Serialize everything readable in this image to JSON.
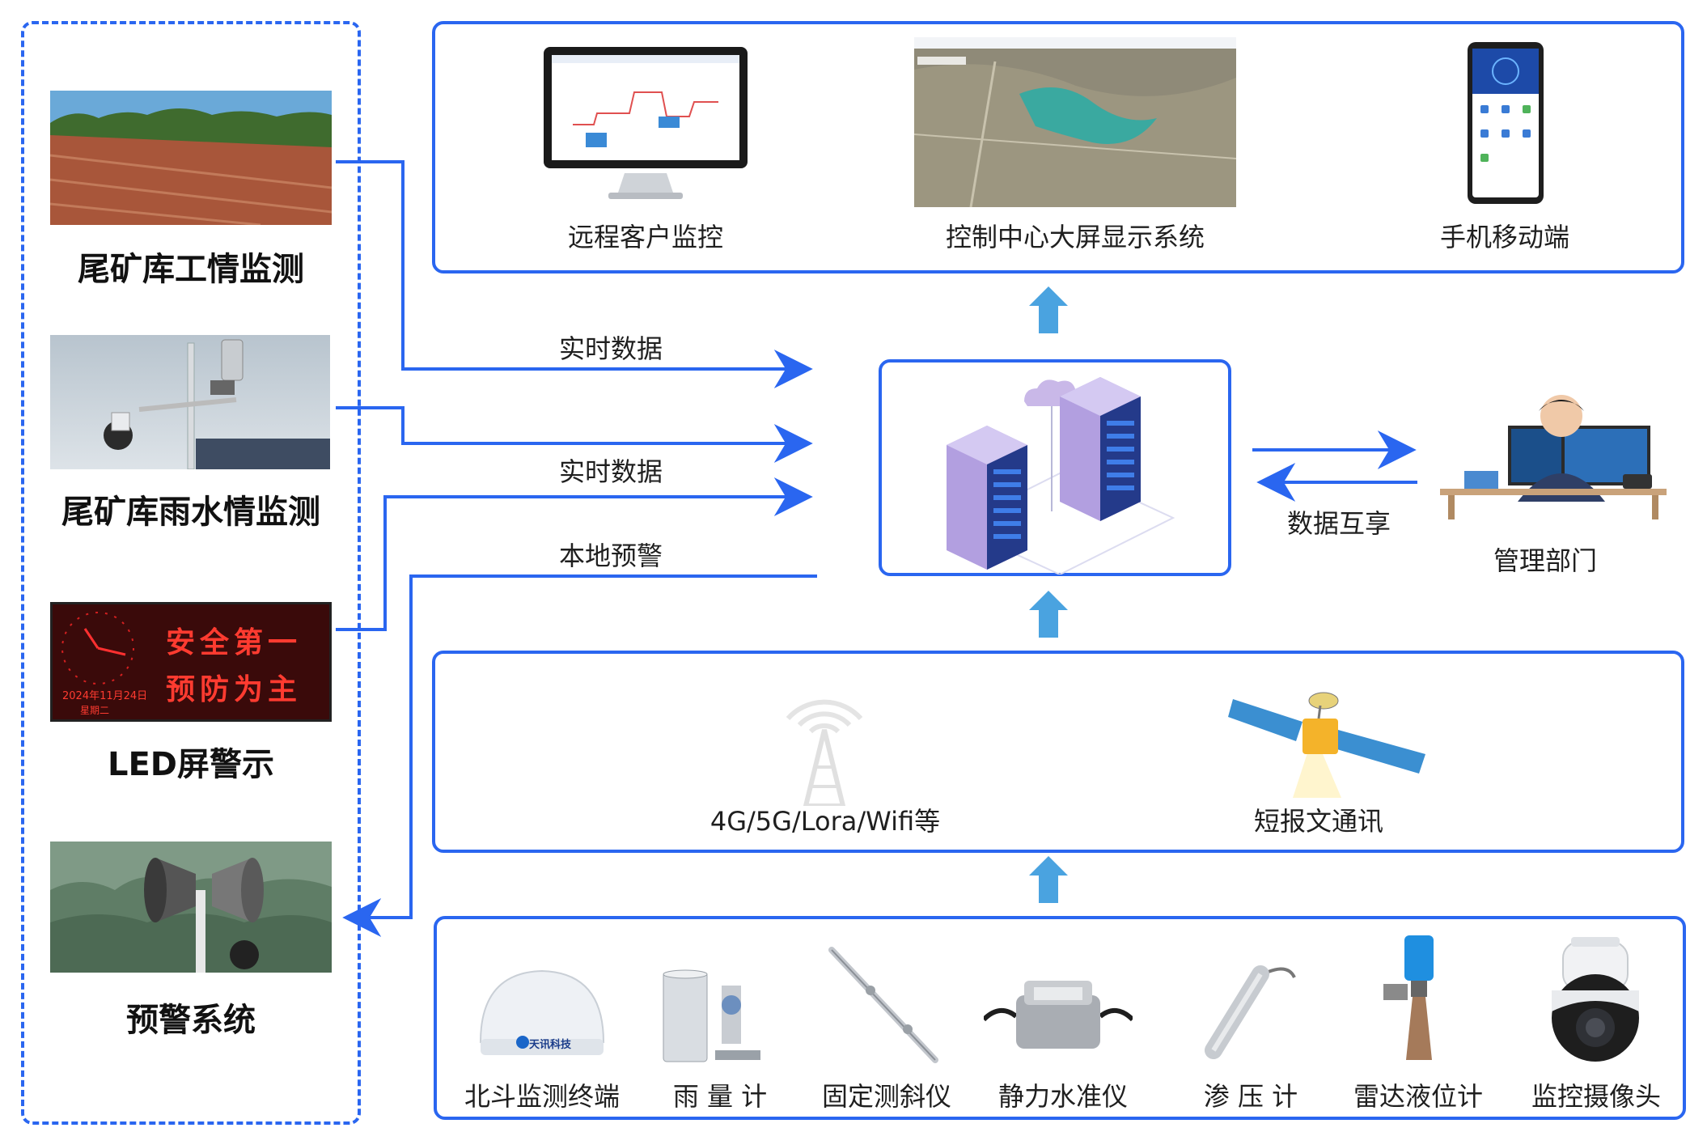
{
  "left_panel": {
    "items": [
      {
        "label": "尾矿库工情监测"
      },
      {
        "label": "尾矿库雨水情监测"
      },
      {
        "label": "LED屏警示",
        "led_line1": "安全第一",
        "led_line2": "预防为主",
        "led_date": "2024年11月24日",
        "led_weekday": "星期二"
      },
      {
        "label": "预警系统"
      }
    ]
  },
  "flows": {
    "realtime_1": "实时数据",
    "realtime_2": "实时数据",
    "local_warning": "本地预警",
    "data_share": "数据互享"
  },
  "top_panel": {
    "items": [
      {
        "label": "远程客户监控"
      },
      {
        "label": "控制中心大屏显示系统"
      },
      {
        "label": "手机移动端"
      }
    ]
  },
  "management": {
    "label": "管理部门"
  },
  "comm_panel": {
    "items": [
      {
        "label": "4G/5G/Lora/Wifi等"
      },
      {
        "label": "短报文通讯"
      }
    ]
  },
  "sensor_panel": {
    "items": [
      {
        "label": "北斗监测终端",
        "brand": "天讯科技"
      },
      {
        "label": "雨 量 计"
      },
      {
        "label": "固定测斜仪"
      },
      {
        "label": "静力水准仪"
      },
      {
        "label": "渗 压 计"
      },
      {
        "label": "雷达液位计"
      },
      {
        "label": "监控摄像头"
      }
    ]
  },
  "colors": {
    "accent_blue": "#2a66f0",
    "light_blue": "#4aa3e0",
    "led_red": "#d42020"
  }
}
